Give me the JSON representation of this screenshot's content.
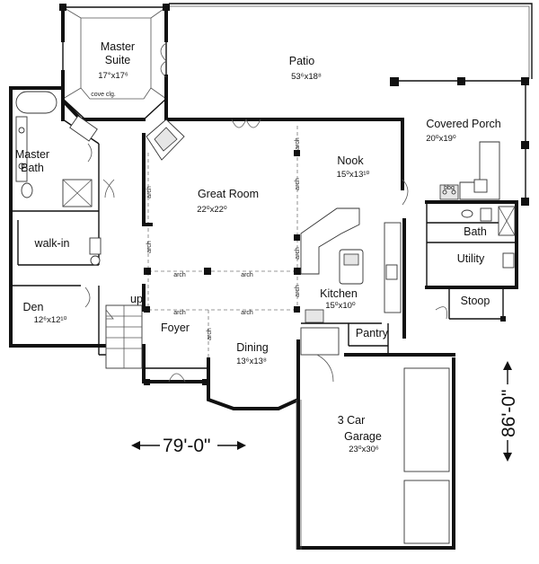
{
  "rooms": {
    "master_suite": {
      "name": "Master\nSuite",
      "dims": "17°x17⁶"
    },
    "patio": {
      "name": "Patio",
      "dims": "53⁶x18⁸"
    },
    "covered_porch": {
      "name": "Covered Porch",
      "dims": "20⁰x19⁰"
    },
    "master_bath": {
      "name": "Master\nBath"
    },
    "great_room": {
      "name": "Great Room",
      "dims": "22⁰x22⁰"
    },
    "nook": {
      "name": "Nook",
      "dims": "15⁰x13¹⁰"
    },
    "walk_in": {
      "name": "walk-in"
    },
    "bath": {
      "name": "Bath"
    },
    "utility": {
      "name": "Utility"
    },
    "den": {
      "name": "Den",
      "dims": "12⁶x12¹⁰"
    },
    "kitchen": {
      "name": "Kitchen",
      "dims": "15⁰x10⁰"
    },
    "stoop": {
      "name": "Stoop"
    },
    "foyer": {
      "name": "Foyer"
    },
    "pantry": {
      "name": "Pantry"
    },
    "dining": {
      "name": "Dining",
      "dims": "13⁶x13⁸"
    },
    "garage": {
      "name": "3 Car\nGarage",
      "dims": "23⁰x30⁶"
    }
  },
  "annotations": {
    "cove_ceiling": "cove clg.",
    "arch": "arch",
    "up": "up",
    "bbq": "bbq"
  },
  "overall_dims": {
    "width": "79'-0\"",
    "depth": "86'-0\""
  }
}
